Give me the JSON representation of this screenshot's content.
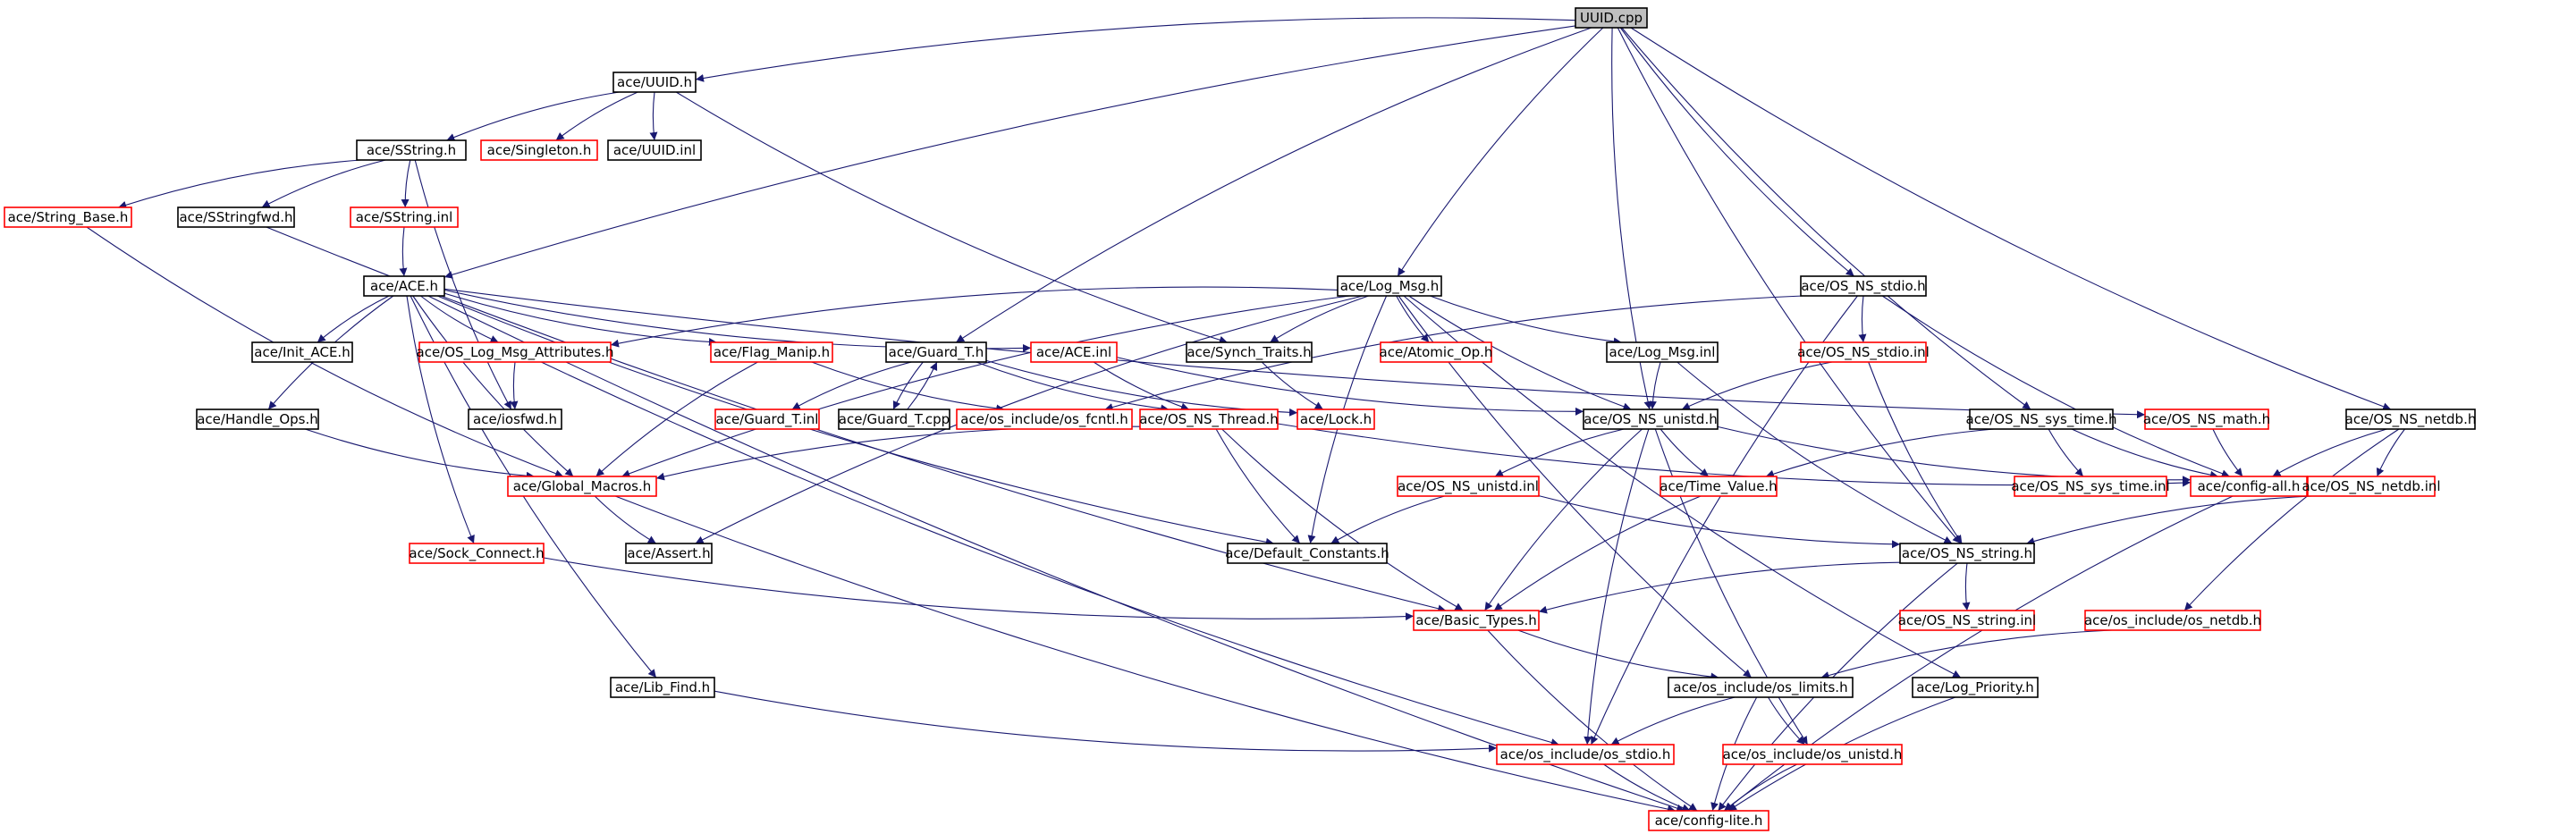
{
  "diagram": {
    "colors": {
      "edge": "#191970",
      "root_fill": "#bfbfbf",
      "documented_border": "#000000",
      "undocumented_border": "#ff0000",
      "label": "#000000"
    },
    "nodes": [
      {
        "id": "uuid_cpp",
        "label": "UUID.cpp",
        "kind": "root"
      },
      {
        "id": "uuid_h",
        "label": "ace/UUID.h",
        "kind": "documented"
      },
      {
        "id": "sstring_h",
        "label": "ace/SString.h",
        "kind": "documented"
      },
      {
        "id": "singleton_h",
        "label": "ace/Singleton.h",
        "kind": "undocumented"
      },
      {
        "id": "uuid_inl",
        "label": "ace/UUID.inl",
        "kind": "documented"
      },
      {
        "id": "string_base_h",
        "label": "ace/String_Base.h",
        "kind": "undocumented"
      },
      {
        "id": "sstringfwd_h",
        "label": "ace/SStringfwd.h",
        "kind": "documented"
      },
      {
        "id": "sstring_inl",
        "label": "ace/SString.inl",
        "kind": "undocumented"
      },
      {
        "id": "ace_h",
        "label": "ace/ACE.h",
        "kind": "documented"
      },
      {
        "id": "init_ace_h",
        "label": "ace/Init_ACE.h",
        "kind": "documented"
      },
      {
        "id": "os_log_msg_attributes_h",
        "label": "ace/OS_Log_Msg_Attributes.h",
        "kind": "undocumented"
      },
      {
        "id": "flag_manip_h",
        "label": "ace/Flag_Manip.h",
        "kind": "undocumented"
      },
      {
        "id": "ace_inl",
        "label": "ace/ACE.inl",
        "kind": "undocumented"
      },
      {
        "id": "iosfwd_h",
        "label": "ace/iosfwd.h",
        "kind": "documented"
      },
      {
        "id": "handle_ops_h",
        "label": "ace/Handle_Ops.h",
        "kind": "documented"
      },
      {
        "id": "global_macros_h",
        "label": "ace/Global_Macros.h",
        "kind": "undocumented"
      },
      {
        "id": "sock_connect_h",
        "label": "ace/Sock_Connect.h",
        "kind": "undocumented"
      },
      {
        "id": "assert_h",
        "label": "ace/Assert.h",
        "kind": "documented"
      },
      {
        "id": "lib_find_h",
        "label": "ace/Lib_Find.h",
        "kind": "documented"
      },
      {
        "id": "log_msg_h",
        "label": "ace/Log_Msg.h",
        "kind": "documented"
      },
      {
        "id": "guard_t_h",
        "label": "ace/Guard_T.h",
        "kind": "documented"
      },
      {
        "id": "synch_traits_h",
        "label": "ace/Synch_Traits.h",
        "kind": "documented"
      },
      {
        "id": "atomic_op_h",
        "label": "ace/Atomic_Op.h",
        "kind": "undocumented"
      },
      {
        "id": "log_msg_inl",
        "label": "ace/Log_Msg.inl",
        "kind": "documented"
      },
      {
        "id": "guard_t_inl",
        "label": "ace/Guard_T.inl",
        "kind": "undocumented"
      },
      {
        "id": "guard_t_cpp",
        "label": "ace/Guard_T.cpp",
        "kind": "documented"
      },
      {
        "id": "os_fcntl_h",
        "label": "ace/os_include/os_fcntl.h",
        "kind": "undocumented"
      },
      {
        "id": "os_ns_thread_h",
        "label": "ace/OS_NS_Thread.h",
        "kind": "undocumented"
      },
      {
        "id": "lock_h",
        "label": "ace/Lock.h",
        "kind": "undocumented"
      },
      {
        "id": "os_ns_stdio_h",
        "label": "ace/OS_NS_stdio.h",
        "kind": "documented"
      },
      {
        "id": "os_ns_stdio_inl",
        "label": "ace/OS_NS_stdio.inl",
        "kind": "undocumented"
      },
      {
        "id": "os_ns_unistd_h",
        "label": "ace/OS_NS_unistd.h",
        "kind": "documented"
      },
      {
        "id": "os_ns_math_h",
        "label": "ace/OS_NS_math.h",
        "kind": "undocumented"
      },
      {
        "id": "os_ns_sys_time_h",
        "label": "ace/OS_NS_sys_time.h",
        "kind": "documented"
      },
      {
        "id": "os_ns_netdb_h",
        "label": "ace/OS_NS_netdb.h",
        "kind": "documented"
      },
      {
        "id": "os_ns_unistd_inl",
        "label": "ace/OS_NS_unistd.inl",
        "kind": "undocumented"
      },
      {
        "id": "time_value_h",
        "label": "ace/Time_Value.h",
        "kind": "undocumented"
      },
      {
        "id": "os_ns_sys_time_inl",
        "label": "ace/OS_NS_sys_time.inl",
        "kind": "undocumented"
      },
      {
        "id": "config_all_h",
        "label": "ace/config-all.h",
        "kind": "undocumented"
      },
      {
        "id": "os_ns_netdb_inl",
        "label": "ace/OS_NS_netdb.inl",
        "kind": "undocumented"
      },
      {
        "id": "default_constants_h",
        "label": "ace/Default_Constants.h",
        "kind": "documented"
      },
      {
        "id": "os_ns_string_h",
        "label": "ace/OS_NS_string.h",
        "kind": "documented"
      },
      {
        "id": "basic_types_h",
        "label": "ace/Basic_Types.h",
        "kind": "undocumented"
      },
      {
        "id": "os_ns_string_inl",
        "label": "ace/OS_NS_string.inl",
        "kind": "undocumented"
      },
      {
        "id": "os_netdb_h",
        "label": "ace/os_include/os_netdb.h",
        "kind": "undocumented"
      },
      {
        "id": "os_limits_h",
        "label": "ace/os_include/os_limits.h",
        "kind": "documented"
      },
      {
        "id": "log_priority_h",
        "label": "ace/Log_Priority.h",
        "kind": "documented"
      },
      {
        "id": "os_stdio_h",
        "label": "ace/os_include/os_stdio.h",
        "kind": "undocumented"
      },
      {
        "id": "os_unistd_h",
        "label": "ace/os_include/os_unistd.h",
        "kind": "undocumented"
      },
      {
        "id": "config_lite_h",
        "label": "ace/config-lite.h",
        "kind": "undocumented"
      }
    ],
    "edges": [
      [
        "uuid_cpp",
        "uuid_h"
      ],
      [
        "uuid_cpp",
        "ace_h"
      ],
      [
        "uuid_cpp",
        "log_msg_h"
      ],
      [
        "uuid_cpp",
        "guard_t_h"
      ],
      [
        "uuid_cpp",
        "os_ns_stdio_h"
      ],
      [
        "uuid_cpp",
        "os_ns_unistd_h"
      ],
      [
        "uuid_cpp",
        "os_ns_sys_time_h"
      ],
      [
        "uuid_cpp",
        "os_ns_netdb_h"
      ],
      [
        "uuid_cpp",
        "os_ns_string_h"
      ],
      [
        "uuid_h",
        "sstring_h"
      ],
      [
        "uuid_h",
        "singleton_h"
      ],
      [
        "uuid_h",
        "uuid_inl"
      ],
      [
        "uuid_h",
        "synch_traits_h"
      ],
      [
        "sstring_h",
        "string_base_h"
      ],
      [
        "sstring_h",
        "sstringfwd_h"
      ],
      [
        "sstring_h",
        "sstring_inl"
      ],
      [
        "sstring_h",
        "iosfwd_h"
      ],
      [
        "string_base_h",
        "global_macros_h"
      ],
      [
        "sstringfwd_h",
        "basic_types_h"
      ],
      [
        "sstring_inl",
        "ace_h"
      ],
      [
        "ace_h",
        "init_ace_h"
      ],
      [
        "ace_h",
        "os_log_msg_attributes_h"
      ],
      [
        "ace_h",
        "flag_manip_h"
      ],
      [
        "ace_h",
        "ace_inl"
      ],
      [
        "ace_h",
        "handle_ops_h"
      ],
      [
        "ace_h",
        "global_macros_h"
      ],
      [
        "ace_h",
        "sock_connect_h"
      ],
      [
        "ace_h",
        "lib_find_h"
      ],
      [
        "ace_h",
        "default_constants_h"
      ],
      [
        "ace_h",
        "os_ns_math_h"
      ],
      [
        "ace_h",
        "config_lite_h"
      ],
      [
        "os_log_msg_attributes_h",
        "iosfwd_h"
      ],
      [
        "os_log_msg_attributes_h",
        "os_stdio_h"
      ],
      [
        "flag_manip_h",
        "global_macros_h"
      ],
      [
        "flag_manip_h",
        "os_fcntl_h"
      ],
      [
        "ace_inl",
        "os_ns_thread_h"
      ],
      [
        "ace_inl",
        "os_ns_unistd_h"
      ],
      [
        "handle_ops_h",
        "global_macros_h"
      ],
      [
        "global_macros_h",
        "assert_h"
      ],
      [
        "global_macros_h",
        "config_lite_h"
      ],
      [
        "sock_connect_h",
        "basic_types_h"
      ],
      [
        "lib_find_h",
        "os_stdio_h"
      ],
      [
        "log_msg_h",
        "os_log_msg_attributes_h"
      ],
      [
        "log_msg_h",
        "synch_traits_h"
      ],
      [
        "log_msg_h",
        "atomic_op_h"
      ],
      [
        "log_msg_h",
        "log_msg_inl"
      ],
      [
        "log_msg_h",
        "global_macros_h"
      ],
      [
        "log_msg_h",
        "assert_h"
      ],
      [
        "log_msg_h",
        "default_constants_h"
      ],
      [
        "log_msg_h",
        "log_priority_h"
      ],
      [
        "log_msg_h",
        "os_ns_unistd_h"
      ],
      [
        "log_msg_h",
        "os_limits_h"
      ],
      [
        "guard_t_h",
        "guard_t_inl"
      ],
      [
        "guard_t_h",
        "guard_t_cpp"
      ],
      [
        "guard_t_h",
        "os_ns_thread_h"
      ],
      [
        "guard_t_h",
        "lock_h"
      ],
      [
        "guard_t_cpp",
        "guard_t_h"
      ],
      [
        "synch_traits_h",
        "lock_h"
      ],
      [
        "log_msg_inl",
        "os_ns_unistd_h"
      ],
      [
        "log_msg_inl",
        "os_ns_string_h"
      ],
      [
        "os_ns_thread_h",
        "global_macros_h"
      ],
      [
        "os_ns_thread_h",
        "default_constants_h"
      ],
      [
        "os_ns_thread_h",
        "basic_types_h"
      ],
      [
        "os_ns_thread_h",
        "config_all_h"
      ],
      [
        "os_ns_stdio_h",
        "os_ns_stdio_inl"
      ],
      [
        "os_ns_stdio_h",
        "os_fcntl_h"
      ],
      [
        "os_ns_stdio_h",
        "config_all_h"
      ],
      [
        "os_ns_stdio_h",
        "os_stdio_h"
      ],
      [
        "os_ns_stdio_inl",
        "os_ns_unistd_h"
      ],
      [
        "os_ns_stdio_inl",
        "os_ns_string_h"
      ],
      [
        "os_ns_unistd_h",
        "os_ns_unistd_inl"
      ],
      [
        "os_ns_unistd_h",
        "time_value_h"
      ],
      [
        "os_ns_unistd_h",
        "config_all_h"
      ],
      [
        "os_ns_unistd_h",
        "basic_types_h"
      ],
      [
        "os_ns_unistd_h",
        "os_stdio_h"
      ],
      [
        "os_ns_unistd_h",
        "os_unistd_h"
      ],
      [
        "os_ns_unistd_inl",
        "default_constants_h"
      ],
      [
        "os_ns_unistd_inl",
        "os_ns_string_h"
      ],
      [
        "time_value_h",
        "basic_types_h"
      ],
      [
        "os_ns_math_h",
        "config_all_h"
      ],
      [
        "os_ns_sys_time_h",
        "time_value_h"
      ],
      [
        "os_ns_sys_time_h",
        "os_ns_sys_time_inl"
      ],
      [
        "os_ns_sys_time_h",
        "config_all_h"
      ],
      [
        "os_ns_netdb_h",
        "config_all_h"
      ],
      [
        "os_ns_netdb_h",
        "os_ns_netdb_inl"
      ],
      [
        "os_ns_netdb_h",
        "os_netdb_h"
      ],
      [
        "os_ns_netdb_inl",
        "os_ns_string_h"
      ],
      [
        "config_all_h",
        "config_lite_h"
      ],
      [
        "os_ns_string_h",
        "basic_types_h"
      ],
      [
        "os_ns_string_h",
        "os_ns_string_inl"
      ],
      [
        "os_ns_string_h",
        "config_lite_h"
      ],
      [
        "basic_types_h",
        "os_limits_h"
      ],
      [
        "basic_types_h",
        "config_lite_h"
      ],
      [
        "os_netdb_h",
        "os_limits_h"
      ],
      [
        "os_limits_h",
        "os_stdio_h"
      ],
      [
        "os_limits_h",
        "os_unistd_h"
      ],
      [
        "os_limits_h",
        "config_lite_h"
      ],
      [
        "log_priority_h",
        "config_lite_h"
      ],
      [
        "os_stdio_h",
        "config_lite_h"
      ],
      [
        "os_unistd_h",
        "config_lite_h"
      ]
    ]
  }
}
